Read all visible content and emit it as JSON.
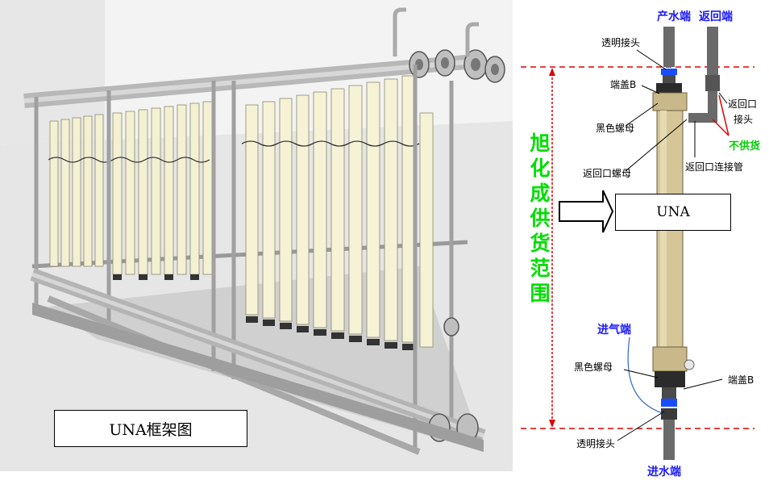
{
  "left": {
    "caption": "UNA框架图"
  },
  "right": {
    "top_labels": {
      "product": "产水端",
      "return": "返回端"
    },
    "bottom_labels": {
      "inlet": "进水端",
      "air": "进气端"
    },
    "scope_text": "旭化成供货范围",
    "una_label": "UNA",
    "callouts": {
      "clear_joint_top": "透明接头",
      "end_cap_top": "端盖B",
      "black_nut_top": "黑色螺母",
      "return_nut": "返回口螺母",
      "return_joint_l1": "返回口",
      "return_joint_l2": "接头",
      "not_supplied": "不供货",
      "return_pipe": "返回口连接管",
      "black_nut_bottom": "黑色螺母",
      "end_cap_bottom": "端盖B",
      "clear_joint_bottom": "透明接头"
    },
    "colors": {
      "accent_blue": "#1a1aff",
      "green": "#00cc00",
      "dashed_red": "#dd0000"
    }
  }
}
